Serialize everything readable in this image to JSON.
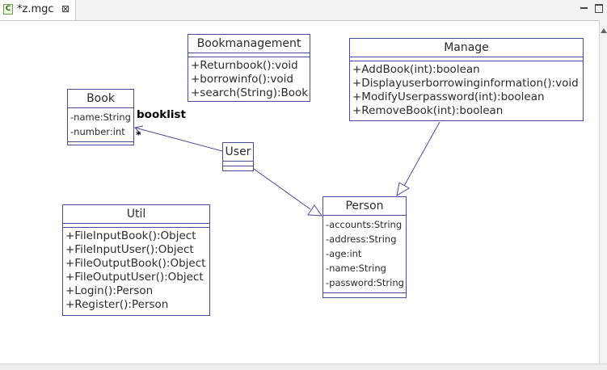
{
  "editor": {
    "tab_title": "*z.mgc",
    "tab_icon_letter": "C"
  },
  "diagram": {
    "classes": {
      "bookmanagement": {
        "name": "Bookmanagement",
        "attributes": [],
        "operations": [
          "+Returnbook():void",
          "+borrowinfo():void",
          "+search(String):Book"
        ]
      },
      "manage": {
        "name": "Manage",
        "attributes": [],
        "operations": [
          "+AddBook(int):boolean",
          "+Displayuserborrowinginformation():void",
          "+ModifyUserpassword(int):boolean",
          "+RemoveBook(int):boolean"
        ]
      },
      "book": {
        "name": "Book",
        "attributes": [
          "-name:String",
          "-number:int"
        ],
        "operations": []
      },
      "user": {
        "name": "User",
        "attributes": [],
        "operations": []
      },
      "util": {
        "name": "Util",
        "attributes": [],
        "operations": [
          "+FileInputBook():Object",
          "+FileInputUser():Object",
          "+FileOutputBook():Object",
          "+FileOutputUser():Object",
          "+Login():Person",
          "+Register():Person"
        ]
      },
      "person": {
        "name": "Person",
        "attributes": [
          "-accounts:String",
          "-address:String",
          "-age:int",
          "-name:String",
          "-password:String"
        ],
        "operations": []
      }
    },
    "association": {
      "role": "booklist",
      "multiplicity": "*"
    }
  }
}
